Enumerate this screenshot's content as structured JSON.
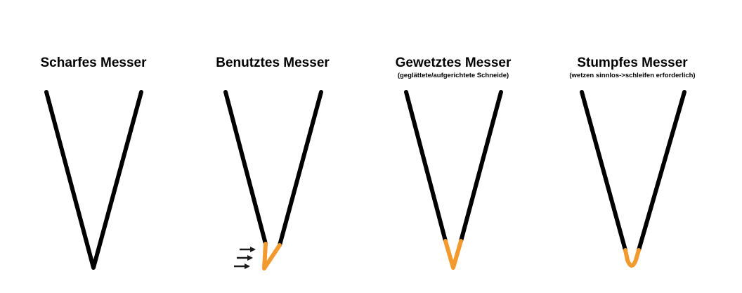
{
  "colors": {
    "blade": "#000000",
    "edge": "#f29a2e",
    "arrow": "#1a1a1a"
  },
  "panels": [
    {
      "title": "Scharfes Messer",
      "subtitle": "",
      "state": "sharp",
      "icon": "sharp-knife-edge-icon"
    },
    {
      "title": "Benutztes Messer",
      "subtitle": "",
      "state": "used",
      "icon": "bent-knife-edge-icon"
    },
    {
      "title": "Gewetztes Messer",
      "subtitle": "(geglättete/aufgerichtete Schneide)",
      "state": "honed",
      "icon": "honed-knife-edge-icon"
    },
    {
      "title": "Stumpfes Messer",
      "subtitle": "(wetzen sinnlos->schleifen erforderlich)",
      "state": "dull",
      "icon": "dull-knife-edge-icon"
    }
  ],
  "force_arrows": {
    "count": 3,
    "icon": "force-arrow-icon"
  }
}
